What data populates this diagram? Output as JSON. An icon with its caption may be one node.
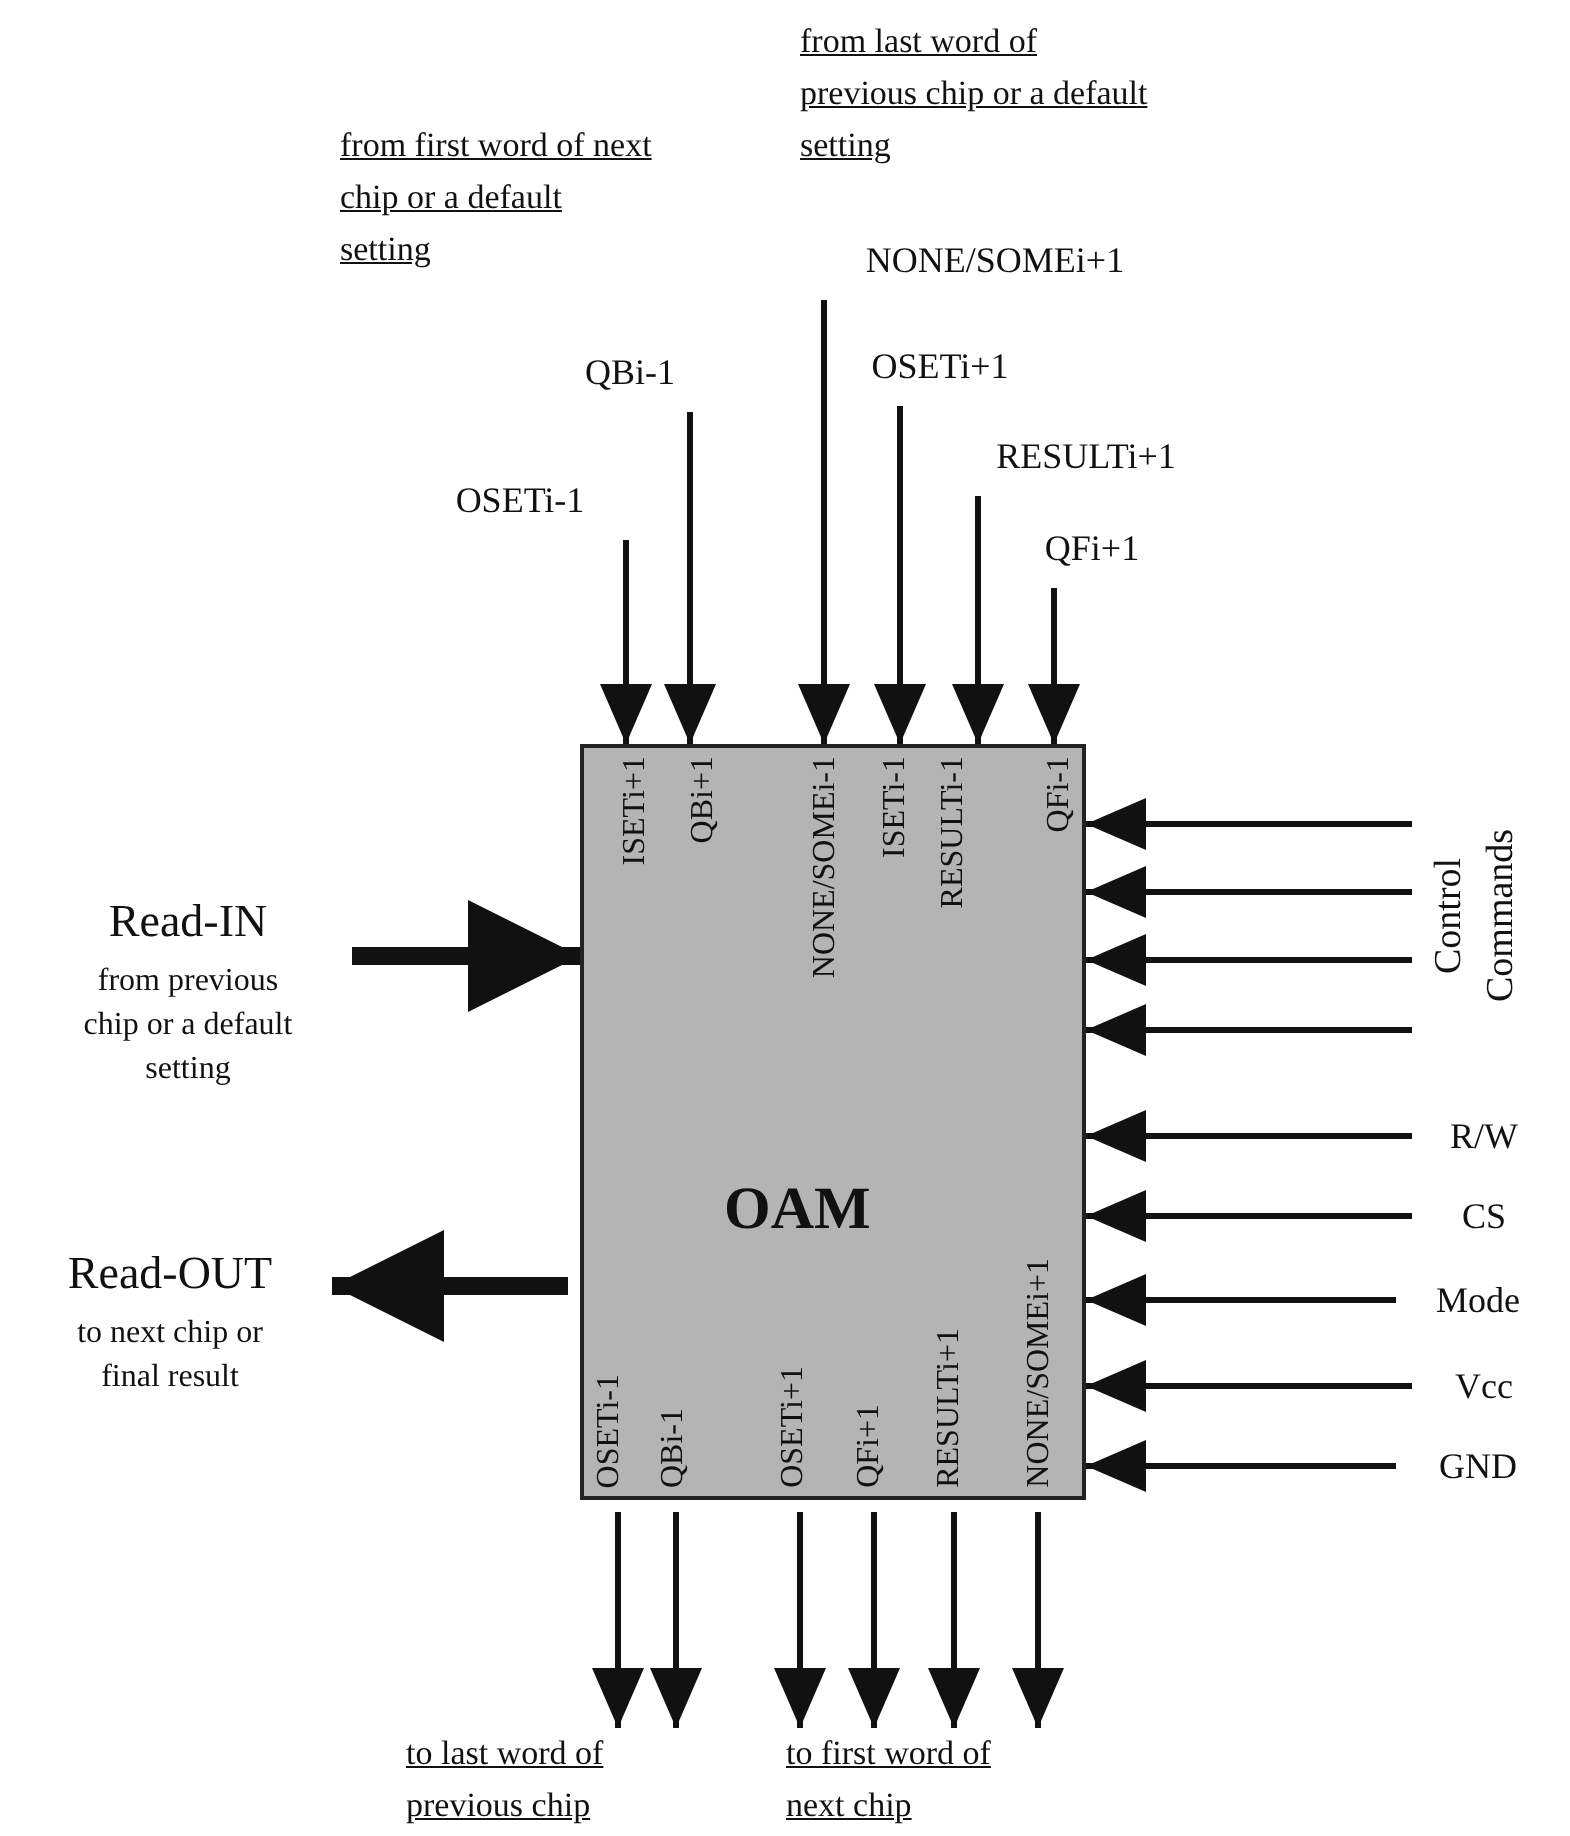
{
  "diagram": {
    "nodes": [
      {
        "text": [
          "OAM"
        ]
      },
      {
        "text": [
          "OSETi-1"
        ]
      },
      {
        "text": [
          "QBi-1"
        ]
      },
      {
        "text": [
          "NONE/SOMEi+1"
        ]
      },
      {
        "text": [
          "OSETi+1"
        ]
      },
      {
        "text": [
          "RESULTi+1"
        ]
      },
      {
        "text": [
          "QFi+1"
        ]
      },
      {
        "text": [
          "Read-IN",
          "from previous chip or a default setting"
        ]
      },
      {
        "text": [
          "Control Commands"
        ]
      },
      {
        "text": [
          "R/W"
        ]
      },
      {
        "text": [
          "CS"
        ]
      },
      {
        "text": [
          "Mode"
        ]
      },
      {
        "text": [
          "Vcc"
        ]
      },
      {
        "text": [
          "GND"
        ]
      },
      {
        "text": [
          "Read-OUT",
          "to next chip or final result"
        ]
      },
      {
        "text": [
          "to last word of previous chip"
        ]
      },
      {
        "text": [
          "to first word of next chip"
        ]
      }
    ],
    "edges": [
      {
        "from": 1,
        "to": 0,
        "arrow": "to"
      },
      {
        "from": 2,
        "to": 0,
        "arrow": "to"
      },
      {
        "from": 3,
        "to": 0,
        "arrow": "to"
      },
      {
        "from": 4,
        "to": 0,
        "arrow": "to"
      },
      {
        "from": 5,
        "to": 0,
        "arrow": "to"
      },
      {
        "from": 6,
        "to": 0,
        "arrow": "to"
      },
      {
        "from": 7,
        "to": 0,
        "arrow": "to",
        "style": "thick"
      },
      {
        "from": 8,
        "to": 0,
        "arrow": "to"
      },
      {
        "from": 8,
        "to": 0,
        "arrow": "to"
      },
      {
        "from": 8,
        "to": 0,
        "arrow": "to"
      },
      {
        "from": 8,
        "to": 0,
        "arrow": "to"
      },
      {
        "from": 9,
        "to": 0,
        "arrow": "to"
      },
      {
        "from": 10,
        "to": 0,
        "arrow": "to"
      },
      {
        "from": 11,
        "to": 0,
        "arrow": "to"
      },
      {
        "from": 12,
        "to": 0,
        "arrow": "to"
      },
      {
        "from": 13,
        "to": 0,
        "arrow": "to"
      },
      {
        "from": 0,
        "to": 14,
        "arrow": "to",
        "style": "thick"
      },
      {
        "from": 0,
        "to": 15,
        "arrow": "to"
      },
      {
        "from": 0,
        "to": 15,
        "arrow": "to"
      },
      {
        "from": 0,
        "to": 16,
        "arrow": "to"
      },
      {
        "from": 0,
        "to": 16,
        "arrow": "to"
      },
      {
        "from": 0,
        "to": 16,
        "arrow": "to"
      },
      {
        "from": 0,
        "to": 16,
        "arrow": "to"
      }
    ],
    "labels": [
      "from last word of previous chip or a default setting",
      "from first word of next chip or a default setting",
      "ISETi+1",
      "QBi+1",
      "NONE/SOMEi-1",
      "ISETi-1",
      "RESULTi-1",
      "QFi-1",
      "OSETi-1",
      "QBi-1",
      "OSETi+1",
      "QFi+1",
      "RESULTi+1",
      "NONE/SOMEi+1"
    ]
  }
}
